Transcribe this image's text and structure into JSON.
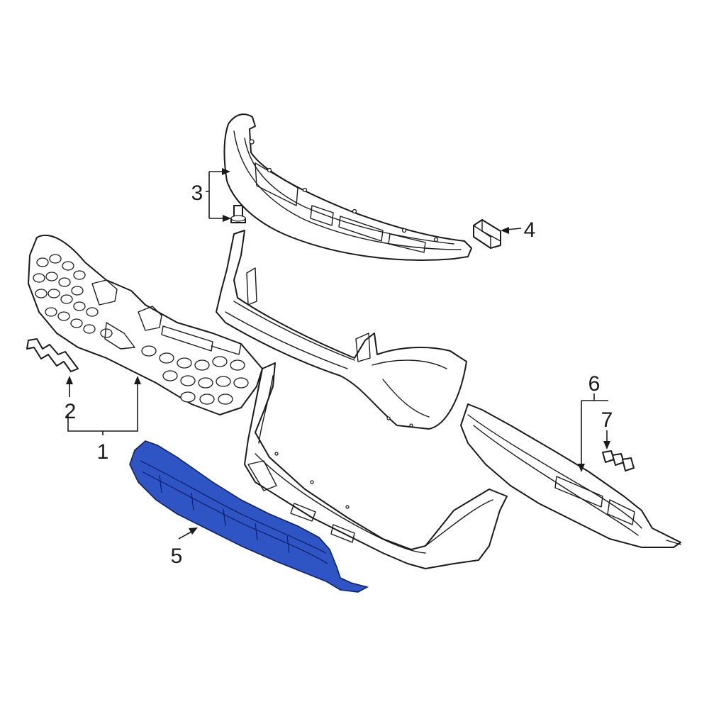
{
  "callouts": {
    "c1": "1",
    "c2": "2",
    "c3": "3",
    "c4": "4",
    "c5": "5",
    "c6": "6",
    "c7": "7"
  },
  "colors": {
    "highlight_fill": "#2f55c4",
    "highlight_stroke": "#0d1f66",
    "line": "#1a1a1a",
    "background": "#ffffff"
  }
}
